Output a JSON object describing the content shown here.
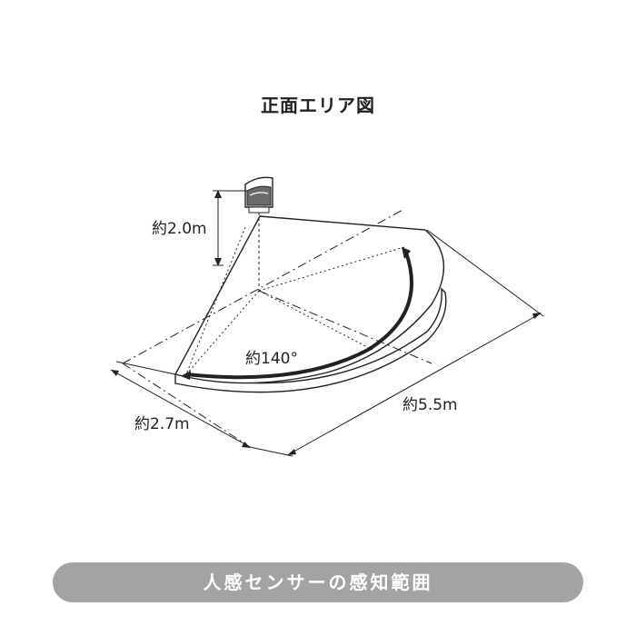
{
  "title": "正面エリア図",
  "labels": {
    "height": "約2.0m",
    "angle": "約140°",
    "width_left": "約2.7m",
    "length": "約5.5m"
  },
  "footer": "人感センサーの感知範囲"
}
